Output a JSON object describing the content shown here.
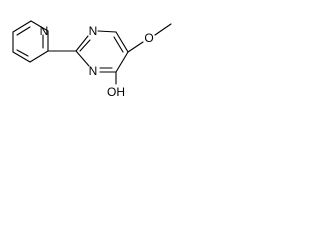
{
  "molecule": {
    "atoms": {
      "n_pyridine": "N",
      "n_pyrimidine_top": "N",
      "n_pyrimidine_bottom": "N",
      "o_methoxy": "O",
      "oh": "OH"
    }
  }
}
